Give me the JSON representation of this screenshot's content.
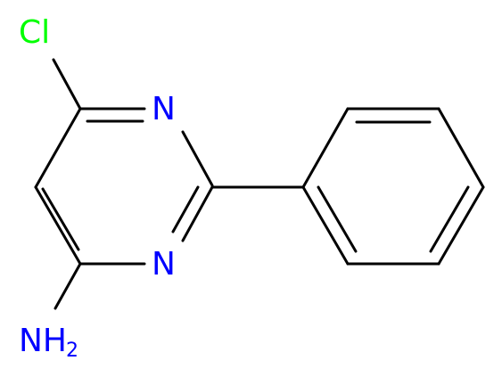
{
  "atoms": {
    "cl": {
      "label": "Cl",
      "color": "#00ff00"
    },
    "n_top": {
      "label": "N",
      "color": "#0000ff"
    },
    "n_bottom": {
      "label": "N",
      "color": "#0000ff"
    },
    "amine": {
      "label": "NH",
      "subscript": "2",
      "color": "#0000ff"
    }
  },
  "colors": {
    "bond": "#000000",
    "background": "#ffffff"
  }
}
